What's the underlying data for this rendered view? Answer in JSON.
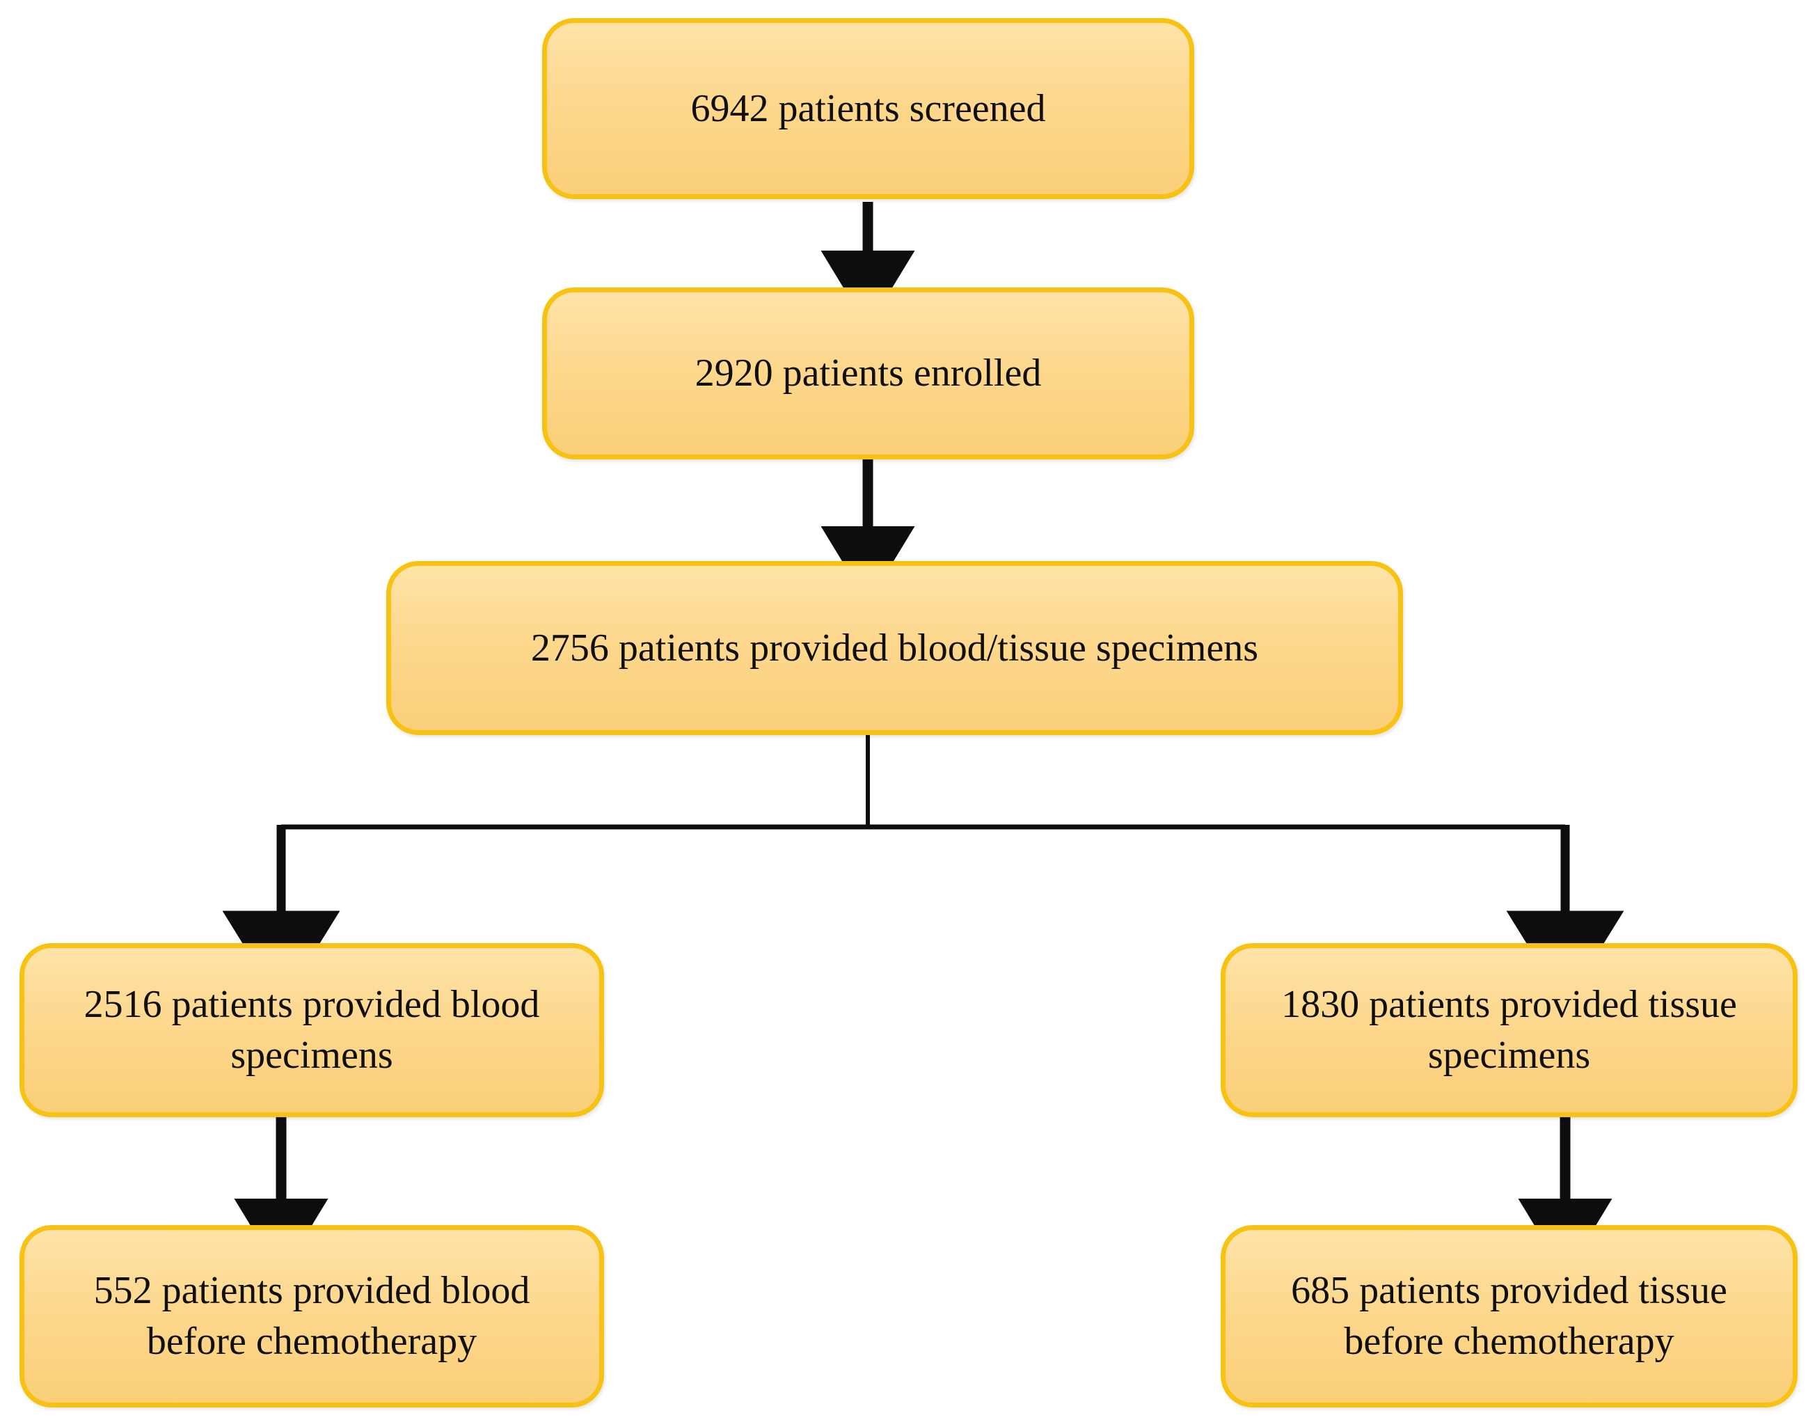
{
  "figure": {
    "type": "flowchart",
    "orientation": "top-down",
    "palette": {
      "box_fill_top": "#FEE3A8",
      "box_fill_bottom": "#FBCF79",
      "box_border": "#F8C212",
      "connector": "#0D0D0D",
      "text": "#100F0C",
      "background": "#FFFFFF"
    }
  },
  "nodes": {
    "screened": {
      "id": "screened",
      "label": "6942 patients screened",
      "count": 6942,
      "level": 1
    },
    "enrolled": {
      "id": "enrolled",
      "label": "2920 patients enrolled",
      "count": 2920,
      "level": 2
    },
    "specimens": {
      "id": "specimens",
      "label": "2756 patients provided blood/tissue specimens",
      "count": 2756,
      "level": 3
    },
    "blood_specimens": {
      "id": "blood-specimens",
      "label": "2516 patients provided blood specimens",
      "count": 2516,
      "level": 4,
      "branch": "left"
    },
    "tissue_specimens": {
      "id": "tissue-specimens",
      "label": "1830  patients provided tissue specimens",
      "count": 1830,
      "level": 4,
      "branch": "right"
    },
    "blood_before_chemo": {
      "id": "blood-before-chemotherapy",
      "label": "552 patients provided blood before chemotherapy",
      "count": 552,
      "level": 5,
      "branch": "left"
    },
    "tissue_before_chemo": {
      "id": "tissue-before-chemotherapy",
      "label": "685 patients provided tissue before chemotherapy",
      "count": 685,
      "level": 5,
      "branch": "right"
    }
  },
  "edges": [
    {
      "from": "screened",
      "to": "enrolled",
      "style": "straight-arrow"
    },
    {
      "from": "enrolled",
      "to": "specimens",
      "style": "straight-arrow"
    },
    {
      "from": "specimens",
      "to": "blood_specimens",
      "style": "elbow-split-left"
    },
    {
      "from": "specimens",
      "to": "tissue_specimens",
      "style": "elbow-split-right"
    },
    {
      "from": "blood_specimens",
      "to": "blood_before_chemo",
      "style": "straight-arrow"
    },
    {
      "from": "tissue_specimens",
      "to": "tissue_before_chemo",
      "style": "straight-arrow"
    }
  ]
}
